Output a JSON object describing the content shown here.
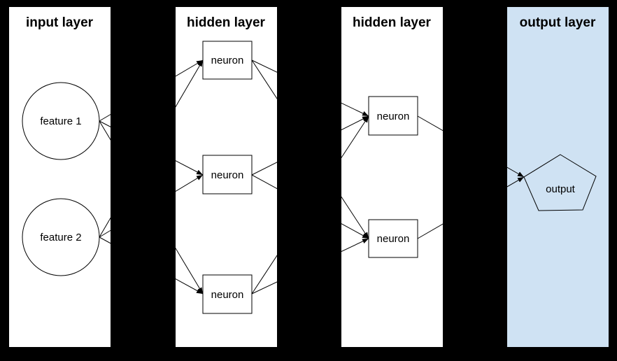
{
  "diagram": {
    "type": "neural-network",
    "colors": {
      "background": "#000000",
      "panel": "#ffffff",
      "output_panel": "#cfe2f3",
      "stroke": "#000000",
      "text": "#000000"
    },
    "layers": [
      {
        "id": "input",
        "title": "input layer",
        "nodes": [
          {
            "id": "f1",
            "label": "feature 1",
            "shape": "circle"
          },
          {
            "id": "f2",
            "label": "feature 2",
            "shape": "circle"
          }
        ]
      },
      {
        "id": "hidden1",
        "title": "hidden layer",
        "nodes": [
          {
            "id": "h1n1",
            "label": "neuron",
            "shape": "rect"
          },
          {
            "id": "h1n2",
            "label": "neuron",
            "shape": "rect"
          },
          {
            "id": "h1n3",
            "label": "neuron",
            "shape": "rect"
          }
        ]
      },
      {
        "id": "hidden2",
        "title": "hidden layer",
        "nodes": [
          {
            "id": "h2n1",
            "label": "neuron",
            "shape": "rect"
          },
          {
            "id": "h2n2",
            "label": "neuron",
            "shape": "rect"
          }
        ]
      },
      {
        "id": "output",
        "title": "output layer",
        "nodes": [
          {
            "id": "out",
            "label": "output",
            "shape": "pentagon"
          }
        ]
      }
    ],
    "edges": [
      {
        "from": "f1",
        "to": "h1n1"
      },
      {
        "from": "f1",
        "to": "h1n2"
      },
      {
        "from": "f1",
        "to": "h1n3"
      },
      {
        "from": "f2",
        "to": "h1n1"
      },
      {
        "from": "f2",
        "to": "h1n2"
      },
      {
        "from": "f2",
        "to": "h1n3"
      },
      {
        "from": "h1n1",
        "to": "h2n1"
      },
      {
        "from": "h1n1",
        "to": "h2n2"
      },
      {
        "from": "h1n2",
        "to": "h2n1"
      },
      {
        "from": "h1n2",
        "to": "h2n2"
      },
      {
        "from": "h1n3",
        "to": "h2n1"
      },
      {
        "from": "h1n3",
        "to": "h2n2"
      },
      {
        "from": "h2n1",
        "to": "out"
      },
      {
        "from": "h2n2",
        "to": "out"
      }
    ]
  }
}
